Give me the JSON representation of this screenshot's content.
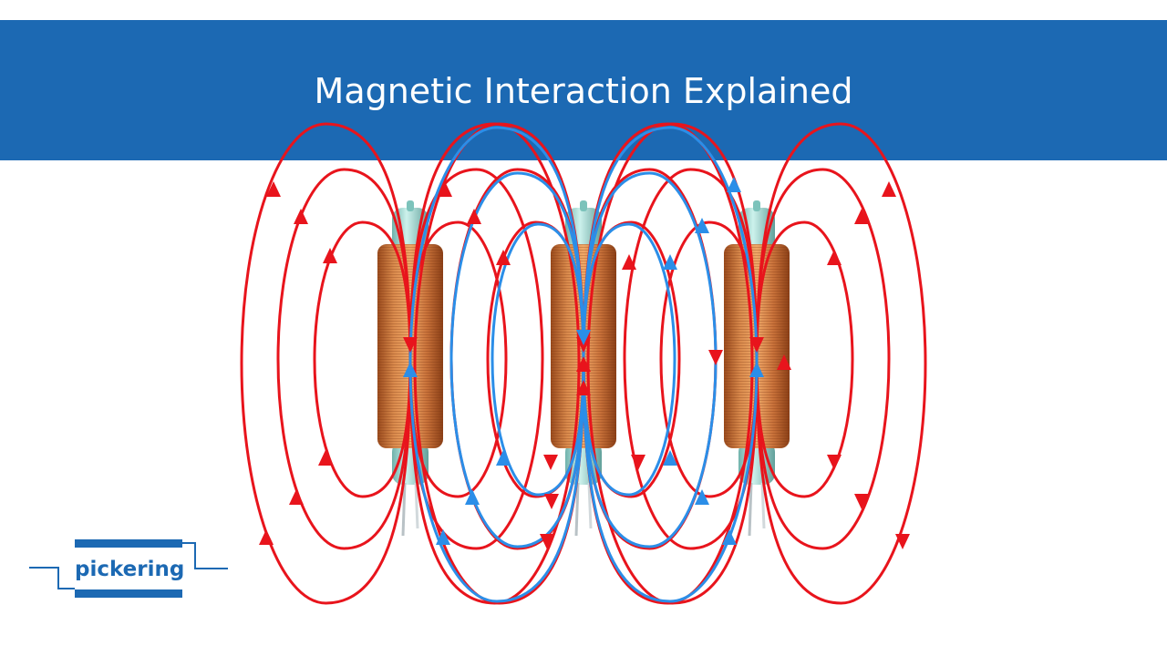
{
  "slide": {
    "title": "Magnetic Interaction Explained"
  },
  "diagram": {
    "coils": [
      {
        "name": "coil-left"
      },
      {
        "name": "coil-center"
      },
      {
        "name": "coil-right"
      }
    ]
  },
  "brand": {
    "logo_text": "pickering"
  },
  "colors": {
    "banner": "#1c69b3",
    "field_red": "#e8141c",
    "field_blue": "#2b8ee8",
    "coil_copper": "#d27a3e",
    "glass": "#8fd3cc",
    "logo_blue": "#1c69b3"
  },
  "icons": {
    "logo": "pickering-logo",
    "arrow": "arrowhead-icon"
  }
}
